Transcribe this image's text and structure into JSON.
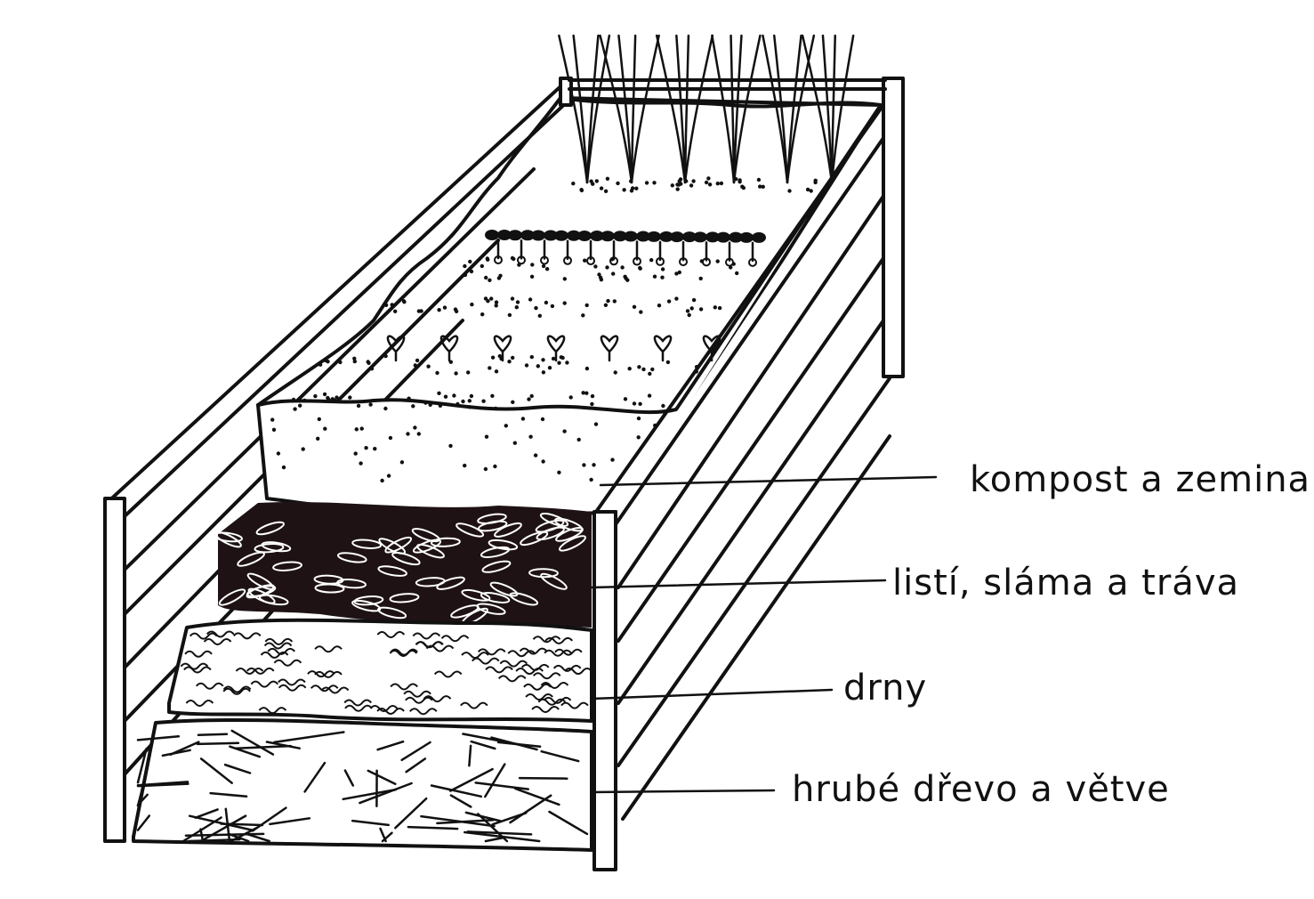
{
  "layers": [
    {
      "id": "compost",
      "label": "kompost a zemina"
    },
    {
      "id": "leaves",
      "label": "listí, sláma a tráva"
    },
    {
      "id": "sod",
      "label": "drny"
    },
    {
      "id": "wood",
      "label": "hrubé dřevo a větve"
    }
  ],
  "colors": {
    "ink": "#111111",
    "leaf_layer": "#1e1214",
    "background": "#ffffff"
  }
}
